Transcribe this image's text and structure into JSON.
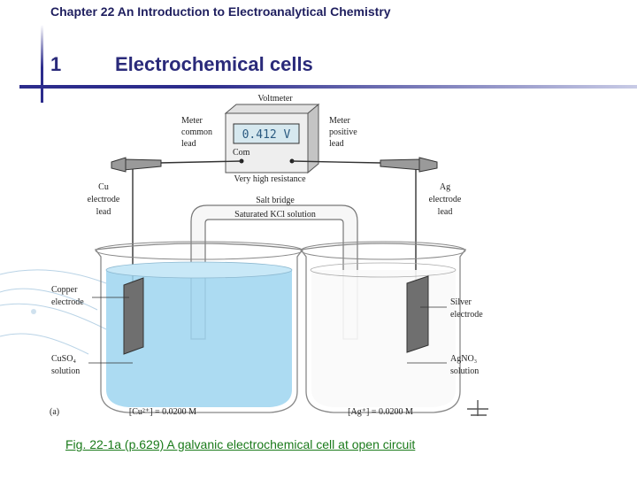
{
  "header": {
    "chapter": "Chapter 22  An Introduction to Electroanalytical Chemistry",
    "section_number": "1",
    "section_title": "Electrochemical cells"
  },
  "diagram": {
    "voltmeter": "Voltmeter",
    "display": "0.412 V",
    "com": "Com",
    "high_resistance": "Very high resistance",
    "meter_common": [
      "Meter",
      "common",
      "lead"
    ],
    "meter_positive": [
      "Meter",
      "positive",
      "lead"
    ],
    "cu_lead": [
      "Cu",
      "electrode",
      "lead"
    ],
    "ag_lead": [
      "Ag",
      "electrode",
      "lead"
    ],
    "salt_bridge": "Salt bridge",
    "kcl": "Saturated KCl solution",
    "copper_electrode": [
      "Copper",
      "electrode"
    ],
    "silver_electrode": [
      "Silver",
      "electrode"
    ],
    "cuso4": [
      "CuSO₄",
      "solution"
    ],
    "agno3": [
      "AgNO₃",
      "solution"
    ],
    "panel": "(a)",
    "cu_conc": "[Cu²⁺] = 0.0200 M",
    "ag_conc": "[Ag⁺] = 0.0200 M"
  },
  "caption": "Fig. 22-1a (p.629) A galvanic electrochemical cell at open circuit",
  "colors": {
    "title": "#2a2a7a",
    "caption": "#1a7a1a",
    "solution": "#8fd0ef"
  }
}
